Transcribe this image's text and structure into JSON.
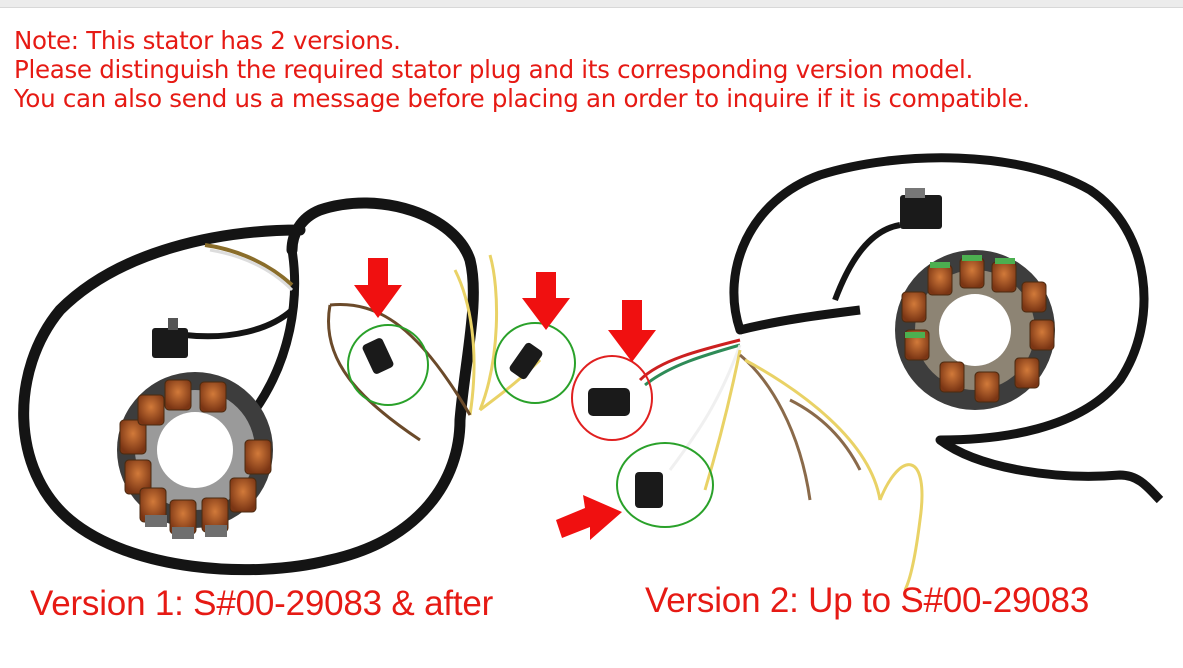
{
  "note": {
    "line1": "Note: This stator has 2 versions.",
    "line2": "Please distinguish the required stator plug and its corresponding version model.",
    "line3": "You can also send us a message before placing an order to inquire if it is compatible."
  },
  "versions": {
    "v1_label": "Version 1: S#00-29083 & after",
    "v2_label": "Version 2: Up to S#00-29083"
  },
  "colors": {
    "text_red": "#e61a14",
    "arrow_red": "#f01010",
    "circle_green": "#2aa12a",
    "circle_red": "#e02020"
  }
}
